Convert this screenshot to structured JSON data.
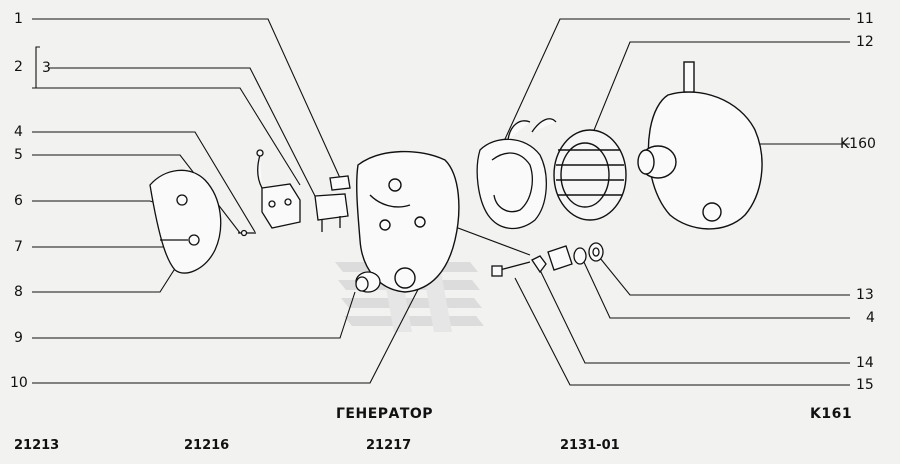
{
  "diagram": {
    "title": "ГЕНЕРАТОР",
    "sheet_code": "K161",
    "callout_k160": "K160",
    "callouts_left": [
      "1",
      "2",
      "3",
      "4",
      "5",
      "6",
      "7",
      "8",
      "9",
      "10"
    ],
    "callouts_right": [
      "11",
      "12",
      "13",
      "4",
      "14",
      "15"
    ],
    "models": [
      "21213",
      "21216",
      "21217",
      "2131-01"
    ]
  },
  "colors": {
    "background": "#f2f2f0",
    "ink": "#111111",
    "watermark": "#d9d9d9"
  }
}
